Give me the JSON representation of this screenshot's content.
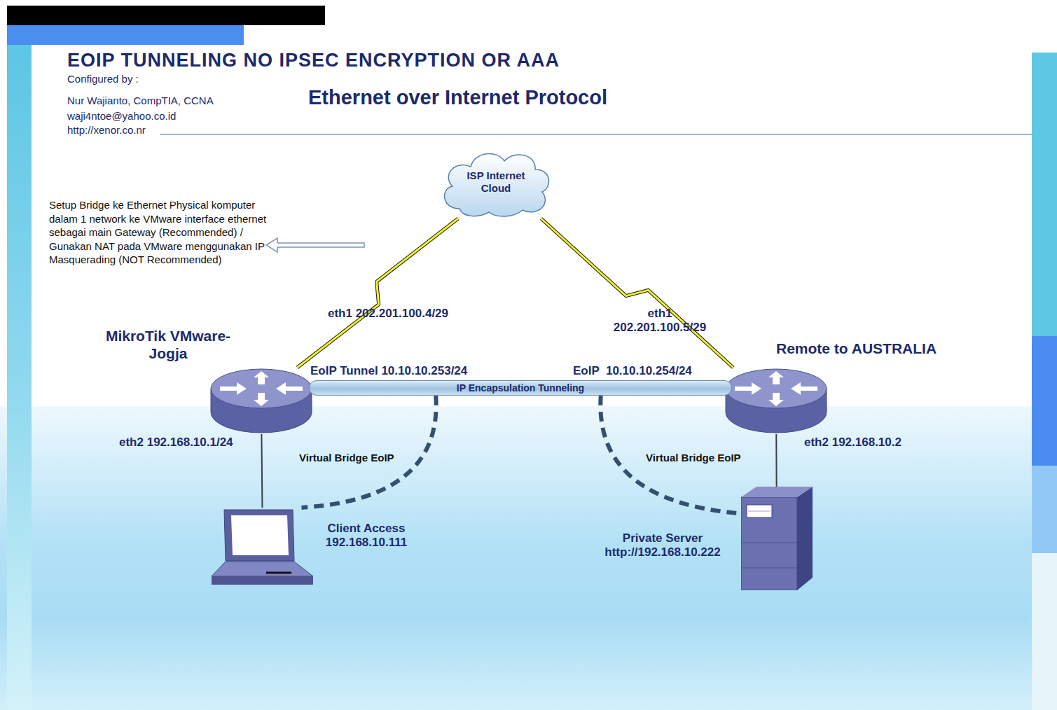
{
  "diagram": {
    "title": "EOIP TUNNELING NO IPSEC ENCRYPTION OR AAA",
    "nodes": [
      {
        "text": [
          "ISP Internet Cloud"
        ]
      },
      {
        "text": [
          "MikroTik VMware-Jogja"
        ]
      },
      {
        "text": [
          "Remote to AUSTRALIA"
        ]
      },
      {
        "text": [
          "IP Encapsulation Tunneling"
        ]
      },
      {
        "text": [
          "Client Access 192.168.10.111"
        ]
      },
      {
        "text": [
          "Private Server http://192.168.10.222"
        ]
      }
    ],
    "edges": [
      {
        "from": 0,
        "to": 1,
        "arrow": "none"
      },
      {
        "from": 0,
        "to": 2,
        "arrow": "none"
      },
      {
        "from": 1,
        "to": 4,
        "arrow": "none"
      },
      {
        "from": 2,
        "to": 5,
        "arrow": "none"
      },
      {
        "from": 3,
        "to": 4,
        "arrow": "none",
        "label": "Virtual Bridge EoIP"
      },
      {
        "from": 3,
        "to": 5,
        "arrow": "none",
        "label": "Virtual Bridge EoIP"
      }
    ],
    "labels": [
      "Configured by :",
      "Nur Wajianto, CompTIA, CCNA",
      "waji4ntoe@yahoo.co.id",
      "http://xenor.co.nr",
      "Ethernet over Internet Protocol",
      "Setup Bridge ke Ethernet Physical komputer dalam 1 network ke VMware interface ethernet sebagai main Gateway (Recommended) / Gunakan NAT pada VMware menggunakan IP Masquerading (NOT Recommended)",
      "eth1 202.201.100.4/29",
      "eth1 202.201.100.5/29",
      "EoIP Tunnel 10.10.10.253/24",
      "EoIP  10.10.10.254/24",
      "eth2 192.168.10.1/24",
      "eth2 192.168.10.2"
    ]
  }
}
